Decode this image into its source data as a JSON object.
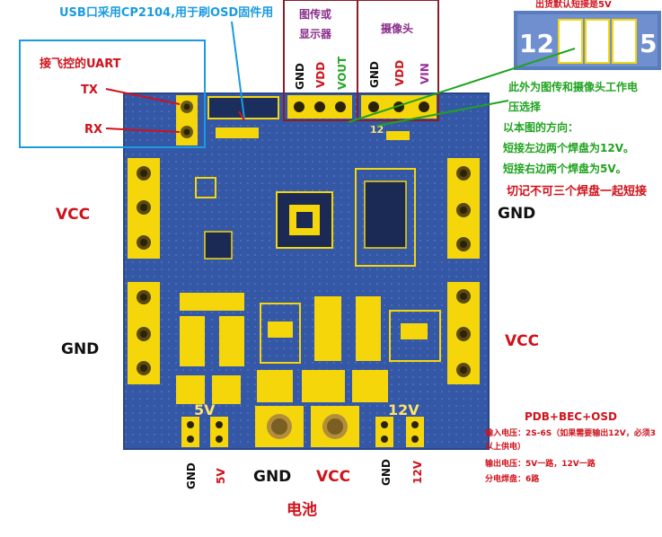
{
  "annotations": {
    "usb_note": "USB口采用CP2104,用于刷OSD固件用",
    "uart_title": "接飞控的UART",
    "tx": "TX",
    "rx": "RX",
    "vtx_header": [
      "图传或",
      "显示器"
    ],
    "cam_header": "摄像头",
    "factory_default": "出货默认短接是5V",
    "vcc_left": "VCC",
    "gnd_left": "GND",
    "gnd_right": "GND",
    "vcc_right": "VCC",
    "battery": "电池",
    "bottom_gnd": "GND",
    "bottom_vcc": "VCC"
  },
  "vtx_pins": [
    "GND",
    "VDD",
    "VOUT"
  ],
  "cam_pins": [
    "GND",
    "VDD",
    "VIN"
  ],
  "bottom_pins": {
    "left_gnd": "GND",
    "left_5v": "5V",
    "right_gnd": "GND",
    "right_12v": "12V"
  },
  "silkscreen": {
    "five_v": "5V",
    "twelve_v": "12V",
    "twelve": "12",
    "inset_12": "12",
    "inset_5": "5"
  },
  "voltage_note": [
    "此外为图传和摄像头工作电",
    "压选择",
    "以本图的方向：",
    "短接左边两个焊盘为12V。",
    "短接右边两个焊盘为5V。",
    "切记不可三个焊盘一起短接"
  ],
  "spec": {
    "title": "PDB+BEC+OSD",
    "lines": [
      "输入电压：2S-6S（如果需要输出12V，必须3",
      "以上供电）",
      "输出电压：5V一路，12V一路",
      "分电焊盘：6路"
    ]
  },
  "colors": {
    "board": "#3559a8",
    "pad": "#f5d60a",
    "label_red": "#d0121b",
    "label_blue": "#1a9be0",
    "label_green": "#1fa31f",
    "label_purple": "#8a2d8a"
  }
}
